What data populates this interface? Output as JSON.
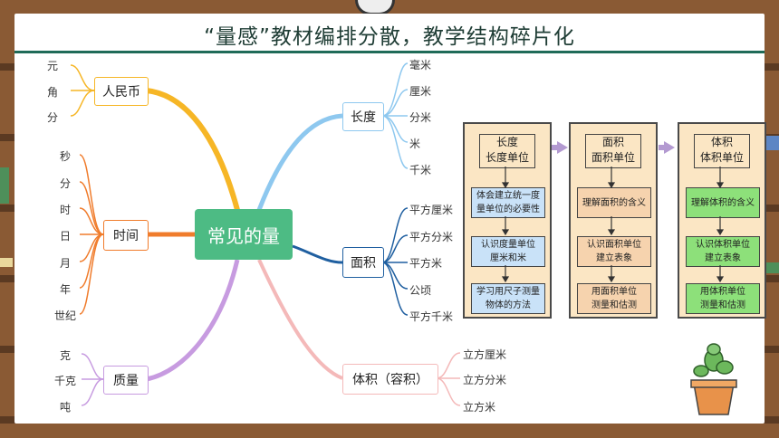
{
  "title": "“量感”教材编排分散，教学结构碎片化",
  "center": "常见的量",
  "left_branches": [
    {
      "label": "人民币",
      "color": "#f6b626",
      "leaves": [
        "元",
        "角",
        "分"
      ]
    },
    {
      "label": "时间",
      "color": "#f07c2c",
      "leaves": [
        "秒",
        "分",
        "时",
        "日",
        "月",
        "年",
        "世纪"
      ]
    },
    {
      "label": "质量",
      "color": "#c79be0",
      "leaves": [
        "克",
        "千克",
        "吨"
      ]
    }
  ],
  "right_branches": [
    {
      "label": "长度",
      "color": "#8ec8ef",
      "leaves": [
        "毫米",
        "厘米",
        "分米",
        "米",
        "千米"
      ]
    },
    {
      "label": "面积",
      "color": "#1f5fa0",
      "leaves": [
        "平方厘米",
        "平方分米",
        "平方米",
        "公顷",
        "平方千米"
      ]
    },
    {
      "label": "体积（容积）",
      "color": "#f4b9b9",
      "leaves": [
        "立方厘米",
        "立方分米",
        "立方米"
      ]
    }
  ],
  "flow_columns": [
    {
      "head": [
        "长度",
        "长度单位"
      ],
      "step_color": "#c9e2f8",
      "steps": [
        [
          "体会建立统一度",
          "量单位的必要性"
        ],
        [
          "认识度量单位",
          "厘米和米"
        ],
        [
          "学习用尺子测量",
          "物体的方法"
        ]
      ]
    },
    {
      "head": [
        "面积",
        "面积单位"
      ],
      "step_color": "#f6d3ae",
      "steps": [
        [
          "理解面积的含义"
        ],
        [
          "认识面积单位",
          "建立表象"
        ],
        [
          "用面积单位",
          "测量和估测"
        ]
      ]
    },
    {
      "head": [
        "体积",
        "体积单位"
      ],
      "step_color": "#8de07a",
      "steps": [
        [
          "理解体积的含义"
        ],
        [
          "认识体积单位",
          "建立表象"
        ],
        [
          "用体积单位",
          "测量和估测"
        ]
      ]
    }
  ],
  "colors": {
    "accent": "#1f6b58",
    "center_fill": "#4dbb84",
    "column_fill": "#fbe6c4"
  }
}
